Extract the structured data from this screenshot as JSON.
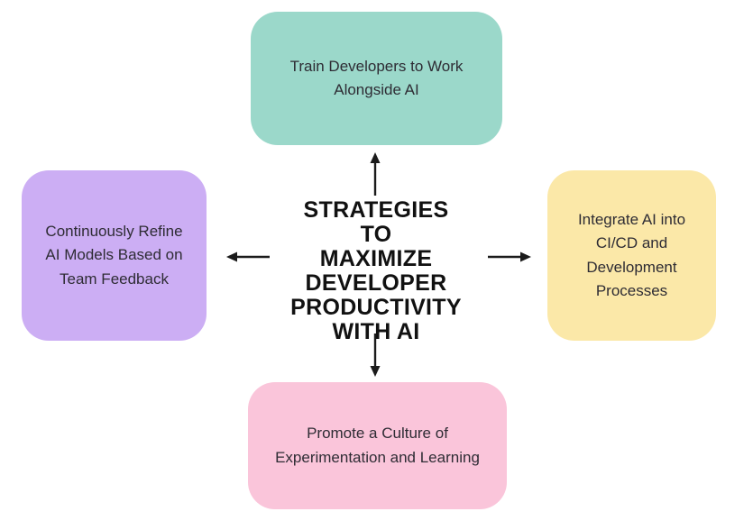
{
  "diagram": {
    "background": "#FFFFFF",
    "arrow_color": "#1B1B1B",
    "center": {
      "title": "STRATEGIES TO MAXIMIZE DEVELOPER PRODUCTIVITY WITH AI",
      "title_lines": [
        "STRATEGIES TO",
        "MAXIMIZE",
        "DEVELOPER",
        "PRODUCTIVITY",
        "WITH AI"
      ],
      "text_color": "#111111"
    },
    "nodes": {
      "top": {
        "label": "Train Developers to Work Alongside AI",
        "color": "#9BD8CA"
      },
      "left": {
        "label": "Continuously Refine AI Models Based on Team Feedback",
        "color": "#CCAEF4"
      },
      "right": {
        "label": "Integrate AI into CI/CD and Development Processes",
        "color": "#FBE8A8"
      },
      "bottom": {
        "label": "Promote a Culture of Experimentation and Learning",
        "color": "#FAC5DA"
      }
    },
    "arrows": {
      "up": {
        "direction": "up",
        "from": "center",
        "to": "top"
      },
      "down": {
        "direction": "down",
        "from": "center",
        "to": "bottom"
      },
      "left": {
        "direction": "left",
        "from": "center",
        "to": "left"
      },
      "right": {
        "direction": "right",
        "from": "center",
        "to": "right"
      }
    }
  }
}
